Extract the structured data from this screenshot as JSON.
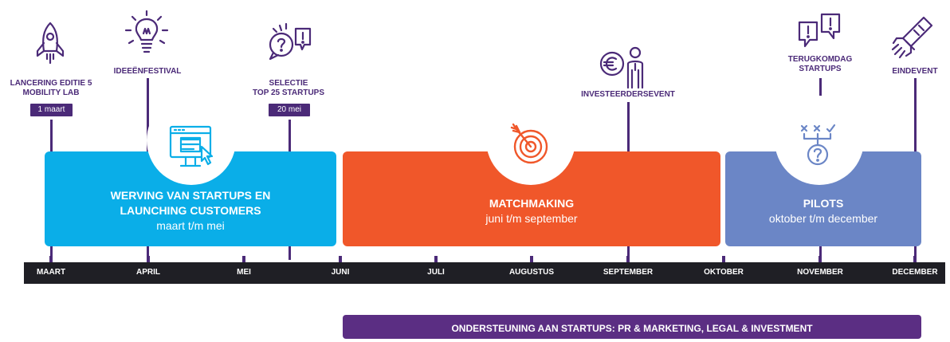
{
  "milestones": [
    {
      "label": "LANCERING EDITIE 5\nMOBILITY LAB",
      "date": "1 maart",
      "icon": "rocket-icon"
    },
    {
      "label": "IDEEËNFESTIVAL",
      "icon": "lightbulb-icon"
    },
    {
      "label": "SELECTIE\nTOP 25 STARTUPS",
      "date": "20 mei",
      "icon": "question-speech-bubbles-icon"
    },
    {
      "label": "INVESTEERDERSEVENT",
      "icon": "euro-investor-person-icon"
    },
    {
      "label": "TERUGKOMDAG\nSTARTUPS",
      "icon": "exclamation-speech-bubbles-icon"
    },
    {
      "label": "EINDEVENT",
      "icon": "firework-rocket-icon"
    }
  ],
  "phases": [
    {
      "title": "WERVING VAN STARTUPS EN\nLAUNCHING CUSTOMERS",
      "subtitle": "maart t/m mei",
      "color": "#0aaee8",
      "icon": "web-application-icon"
    },
    {
      "title": "MATCHMAKING",
      "subtitle": "juni t/m september",
      "color": "#f0572a",
      "icon": "target-icon"
    },
    {
      "title": "PILOTS",
      "subtitle": "oktober t/m december",
      "color": "#6b86c6",
      "icon": "decision-question-icon"
    }
  ],
  "months": [
    "MAART",
    "APRIL",
    "MEI",
    "JUNI",
    "JULI",
    "AUGUSTUS",
    "SEPTEMBER",
    "OKTOBER",
    "NOVEMBER",
    "DECEMBER"
  ],
  "support": {
    "label": "ONDERSTEUNING AAN STARTUPS: PR & MARKETING, LEGAL & INVESTMENT"
  },
  "colors": {
    "purple": "#4b2a78",
    "timeline": "#1f1f25",
    "support_bar": "#5b2e83"
  }
}
